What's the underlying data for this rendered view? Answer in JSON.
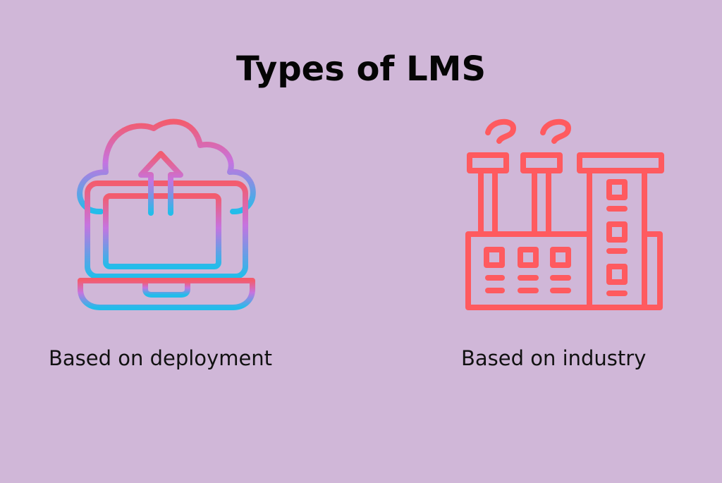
{
  "title": "Types of LMS",
  "colors": {
    "background": "#D0B7D8",
    "title": "#050505",
    "gradient_top": "#F35C6E",
    "gradient_mid": "#C673E0",
    "gradient_bottom": "#22BDEA",
    "factory": "#FF5A5F"
  },
  "items": [
    {
      "icon": "cloud-upload-laptop-icon",
      "label": "Based on deployment"
    },
    {
      "icon": "factory-icon",
      "label": "Based on industry"
    }
  ]
}
